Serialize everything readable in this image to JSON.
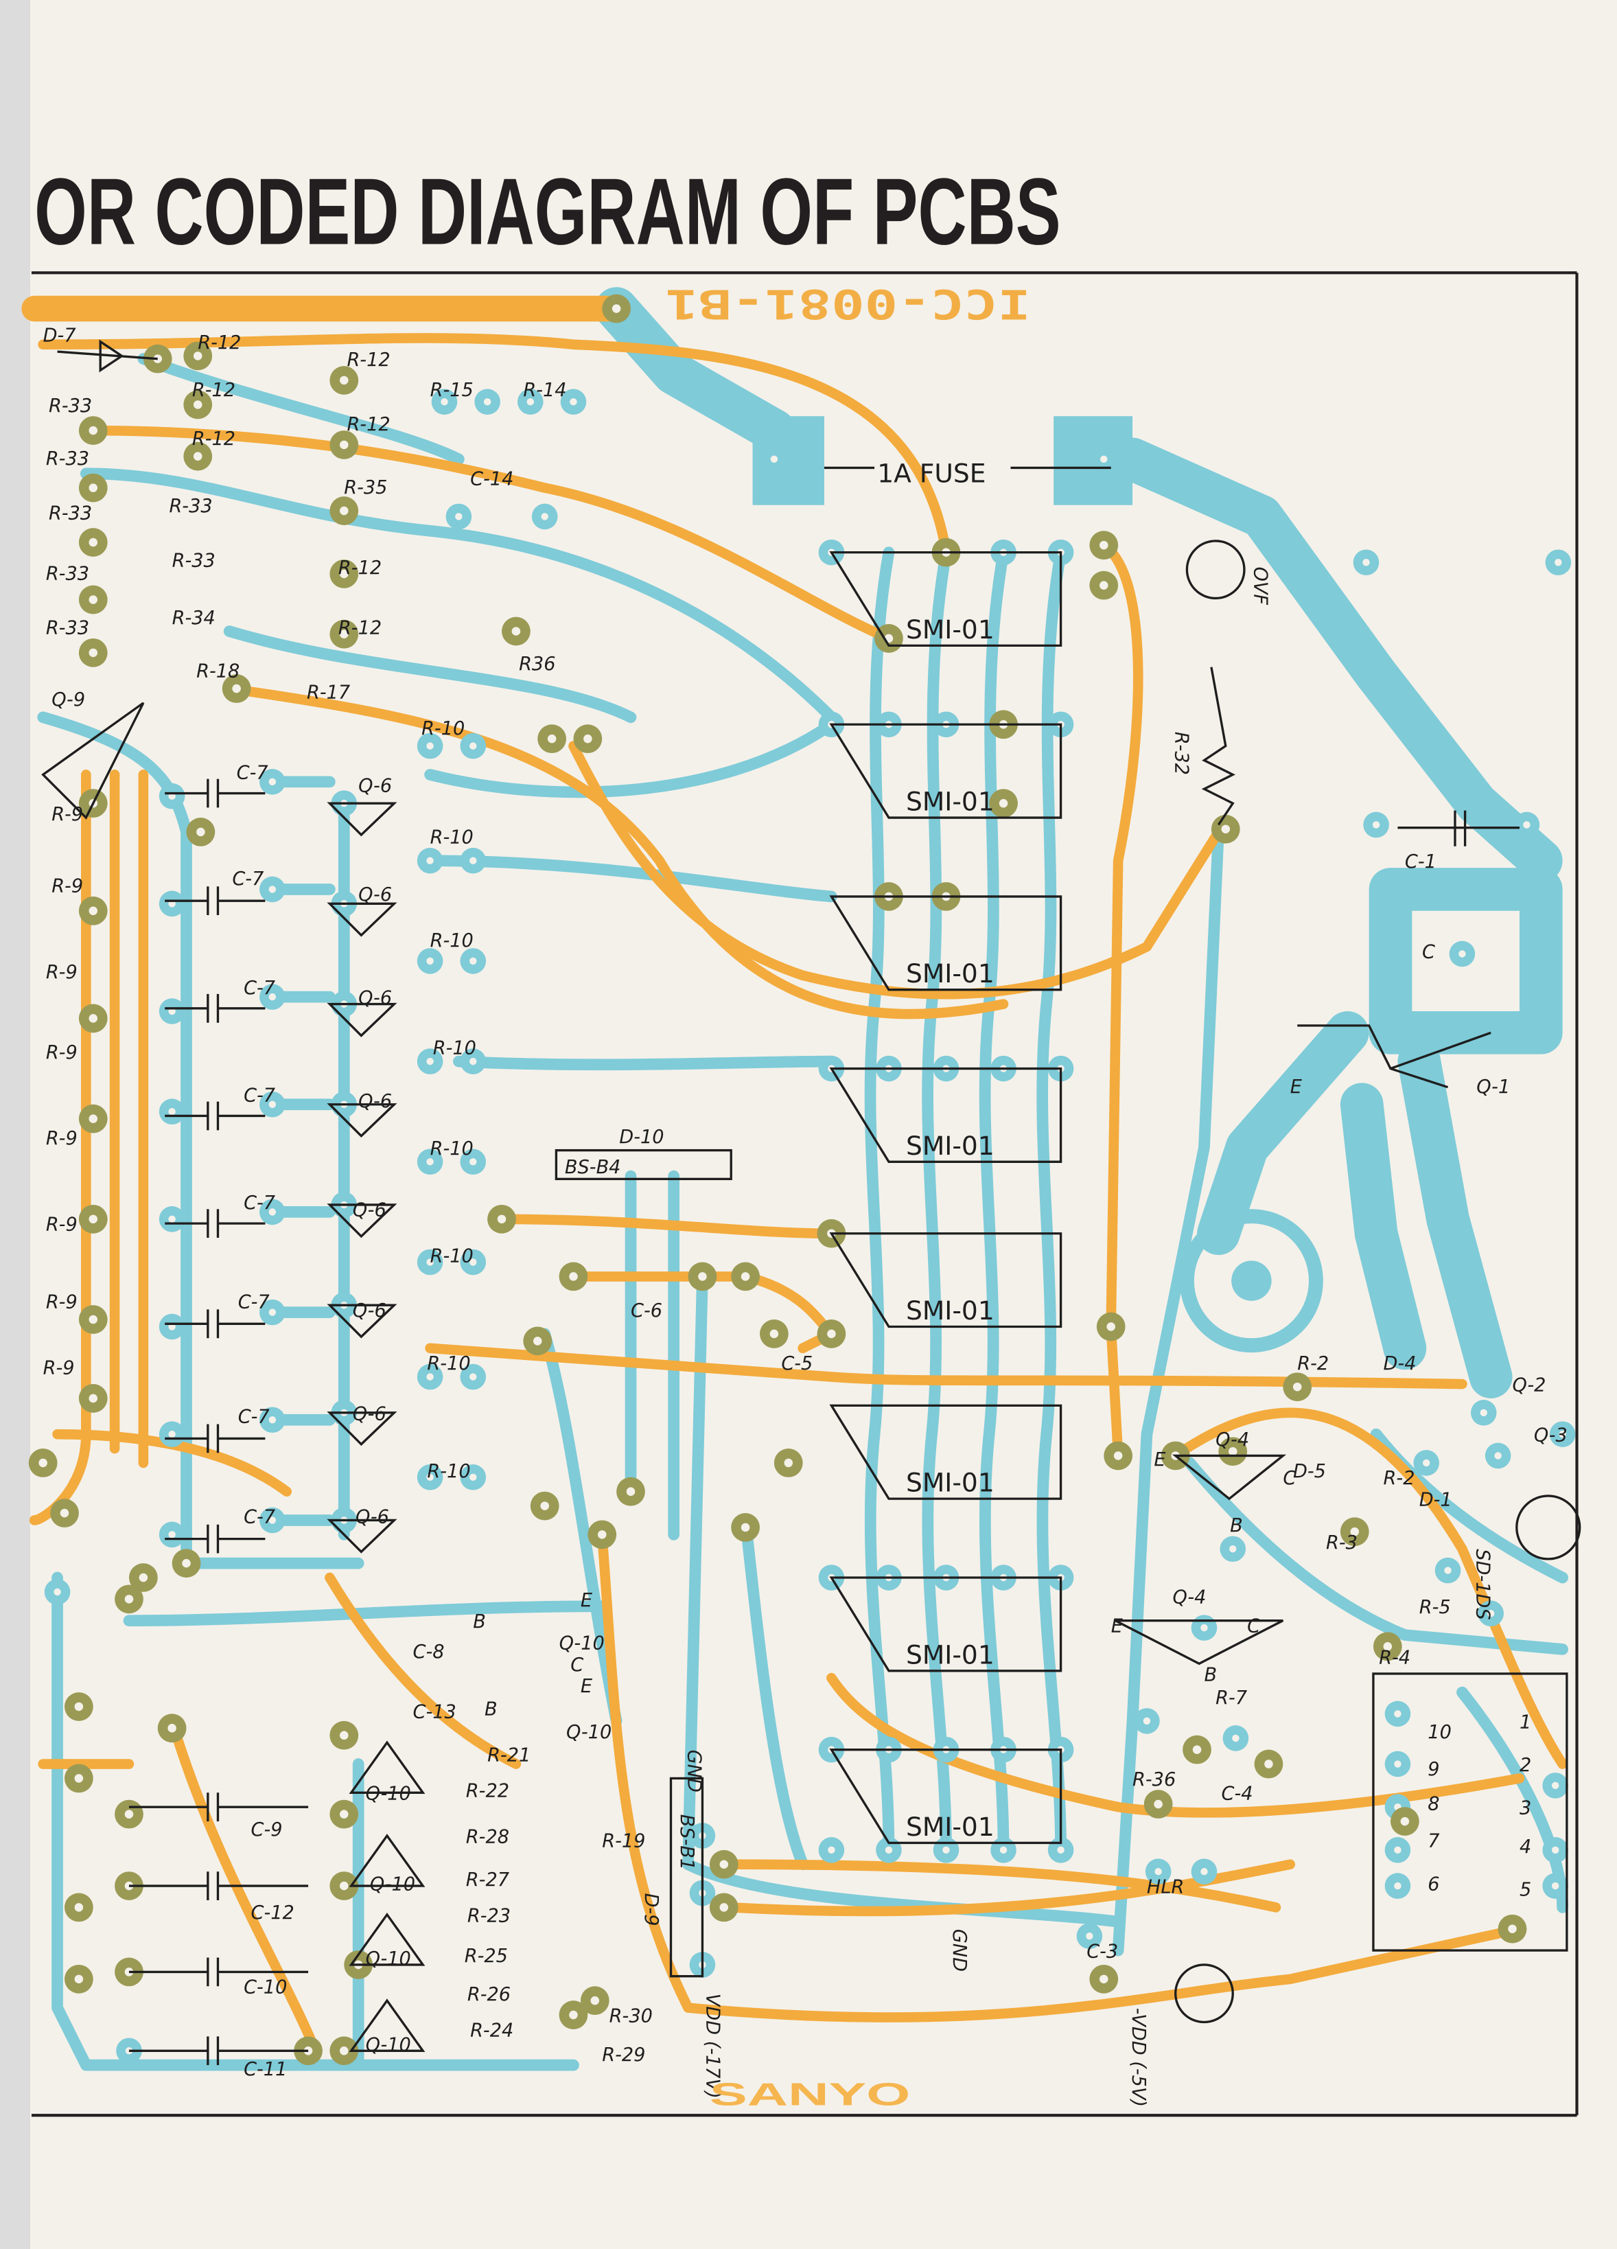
{
  "header": {
    "title": "OR CODED DIAGRAM OF PCBS"
  },
  "board": {
    "code": "ICC-0081-B1",
    "brand": "SANYO",
    "fuse_label": "1A FUSE"
  },
  "colors": {
    "paper": "#f4f1ea",
    "top_traces": "#f3ab3d",
    "bottom_traces": "#7fcbd8",
    "pads": "#9b9a55",
    "ink": "#1e1e1e"
  },
  "ic_label": "SMI-01",
  "labels": [
    "D-7",
    "R-12",
    "R-12",
    "R-12",
    "R-12",
    "R-12",
    "R-35",
    "R-12",
    "R-12",
    "R-15",
    "R-14",
    "C-14",
    "R-33",
    "R-33",
    "R-33",
    "R-33",
    "R-33",
    "R-33",
    "R-33",
    "R-34",
    "R-18",
    "R-17",
    "R36",
    "R-10",
    "Q-9",
    "C-7",
    "C-7",
    "C-7",
    "C-7",
    "C-7",
    "C-7",
    "C-7",
    "C-7",
    "Q-6",
    "Q-6",
    "Q-6",
    "Q-6",
    "Q-6",
    "Q-6",
    "Q-6",
    "Q-6",
    "R-10",
    "R-10",
    "R-10",
    "R-10",
    "R-10",
    "R-10",
    "R-10",
    "R-9",
    "R-9",
    "R-9",
    "R-9",
    "R-9",
    "R-9",
    "R-9",
    "R-9",
    "D-10",
    "BS-B4",
    "C-6",
    "C-5",
    "OVF",
    "R-32",
    "C-1",
    "Q-1",
    "E",
    "C",
    "R-2",
    "D-4",
    "Q-2",
    "Q-3",
    "D-5",
    "R-2",
    "D-1",
    "R-5",
    "R-3",
    "SD-1DS",
    "R-4",
    "Q-4",
    "E",
    "C",
    "B",
    "Q-4",
    "E",
    "C",
    "B",
    "R-7",
    "C-4",
    "R-36",
    "HLR",
    "C-3",
    "-VDD (-5V)",
    "GND",
    "GND",
    "BS-B1",
    "D-9",
    "VDD (-17V)",
    "C-8",
    "C-13",
    "Q-10",
    "Q-10",
    "Q-10",
    "Q-10",
    "Q-10",
    "Q-10",
    "B",
    "E",
    "C",
    "B",
    "E",
    "R-21",
    "R-22",
    "R-28",
    "R-27",
    "R-23",
    "R-25",
    "R-26",
    "R-24",
    "R-19",
    "R-30",
    "R-29",
    "C-9",
    "C-12",
    "C-10",
    "C-11",
    "10",
    "9",
    "8",
    "7",
    "6",
    "1",
    "2",
    "3",
    "4",
    "5"
  ]
}
